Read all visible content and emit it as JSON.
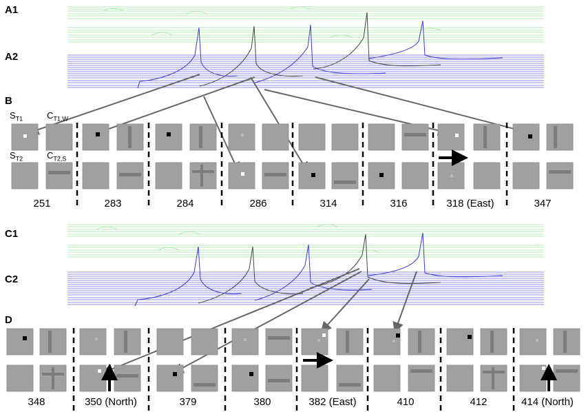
{
  "panel_labels": {
    "a1": "A1",
    "a2": "A2",
    "b": "B",
    "c1": "C1",
    "c2": "C2",
    "d": "D"
  },
  "legend": {
    "s_t1": "S",
    "s_t1_sub": "T1",
    "c_t1": "C",
    "c_t1_sub": "T1,W",
    "s_t2": "S",
    "s_t2_sub": "T2",
    "c_t2": "C",
    "c_t2_sub": "T2,S"
  },
  "row_b_labels": [
    "251",
    "283",
    "284",
    "286",
    "314",
    "316",
    "318 (East)",
    "347"
  ],
  "row_d_labels": [
    "348",
    "350 (North)",
    "379",
    "380",
    "382 (East)",
    "410",
    "412",
    "414 (North)"
  ],
  "colors": {
    "green_trace": "#9be59b",
    "blue_trace": "#3b3bd6",
    "panel_gray": "#a0a0a0",
    "arrow": "#666666"
  }
}
